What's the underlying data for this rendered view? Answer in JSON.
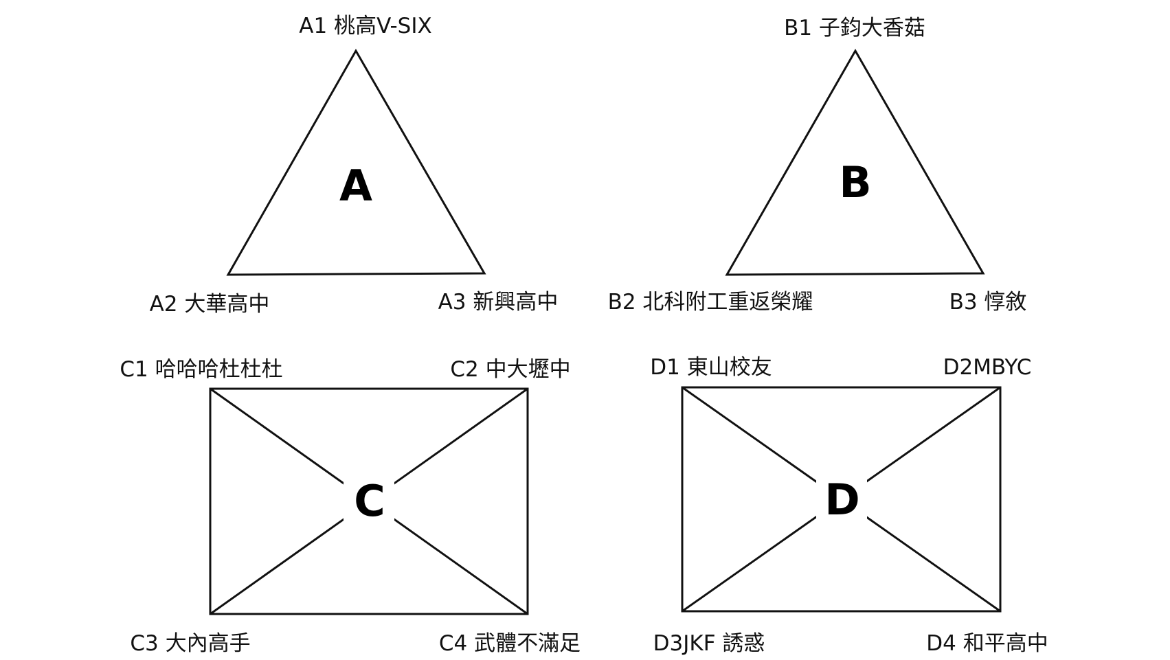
{
  "groups": {
    "a": {
      "letter": "A",
      "vertices": [
        "A1 桃高V-SIX",
        "A2 大華高中",
        "A3 新興高中"
      ]
    },
    "b": {
      "letter": "B",
      "vertices": [
        "B1 子鈞大香菇",
        "B2 北科附工重返榮耀",
        "B3 惇敘"
      ]
    },
    "c": {
      "letter": "C",
      "corners": [
        "C1 哈哈哈杜杜杜",
        "C2 中大壢中",
        "C3 大內高手",
        "C4 武體不滿足"
      ]
    },
    "d": {
      "letter": "D",
      "corners": [
        "D1 東山校友",
        "D2MBYC",
        "D3JKF 誘惑",
        "D4 和平高中"
      ]
    }
  }
}
